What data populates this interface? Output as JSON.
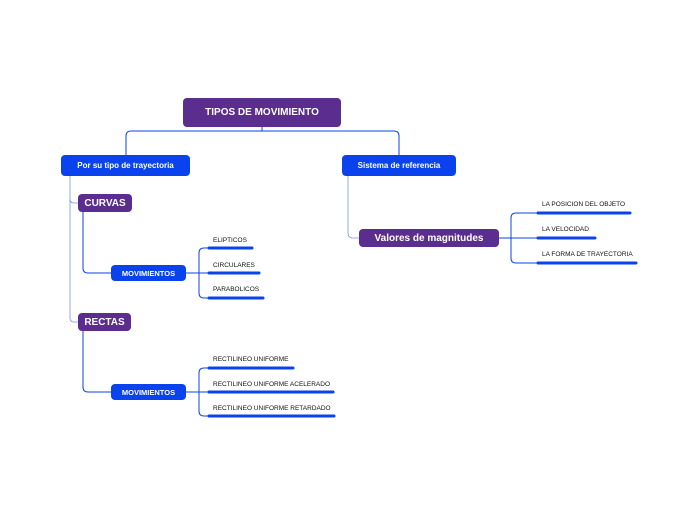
{
  "map": {
    "root": "TIPOS DE MOVIMIENTO",
    "left": {
      "title": "Por su tipo de trayectoria",
      "curvas": {
        "title": "CURVAS",
        "sub": "MOVIMIENTOS",
        "leaves": [
          "ELIPTICOS",
          "CIRCULARES",
          "PARABOLICOS"
        ]
      },
      "rectas": {
        "title": "RECTAS",
        "sub": "MOVIMIENTOS",
        "leaves": [
          "RECTILINEO UNIFORME",
          "RECTILINEO UNIFORME ACELERADO",
          "RECTILINEO UNIFORME RETARDADO"
        ]
      }
    },
    "right": {
      "title": "Sistema de referencia",
      "magnitudes": {
        "title": "Valores de magnitudes",
        "leaves": [
          "LA POSICION DEL OBJETO",
          "LA VELOCIDAD",
          "LA FORMA DE TRAYECTORIA"
        ]
      }
    }
  },
  "colors": {
    "primary_node": "#5b2d8f",
    "secondary_node": "#0a43ee",
    "connector": "#0a43ee",
    "connector_light": "#7a95f0"
  }
}
